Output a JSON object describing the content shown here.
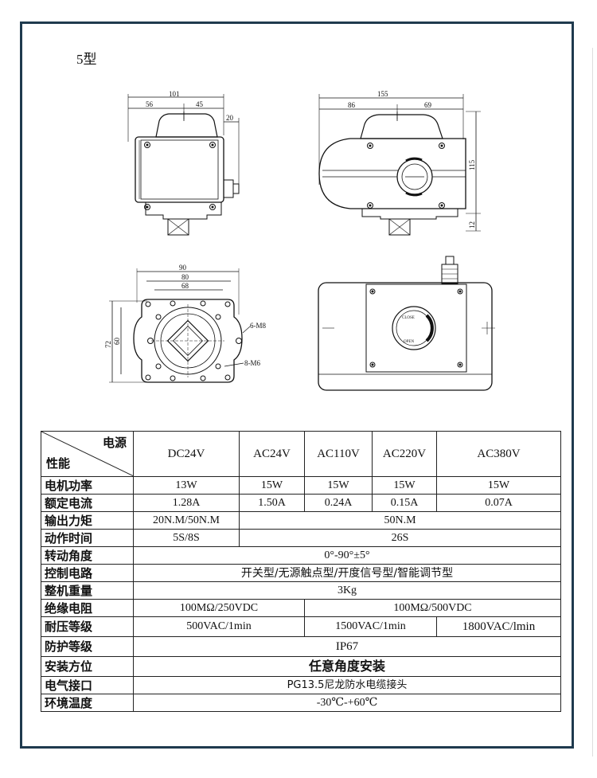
{
  "model_title": "5型",
  "drawings": {
    "front": {
      "dim_total": "101",
      "dim_left": "56",
      "dim_right": "45",
      "dim_side": "20"
    },
    "side": {
      "dim_total": "155",
      "dim_left": "86",
      "dim_right": "69",
      "dim_height": "115",
      "dim_base": "12"
    },
    "bottom": {
      "dim_90": "90",
      "dim_80": "80",
      "dim_68": "68",
      "dim_72": "72",
      "dim_60": "60",
      "callout_m8": "6-M8",
      "callout_m6": "8-M6"
    },
    "top": {
      "dial_close": "CLOSE",
      "dial_open": "OPEN"
    }
  },
  "table": {
    "header_power": "电源",
    "header_performance": "性能",
    "columns": [
      "DC24V",
      "AC24V",
      "AC110V",
      "AC220V",
      "AC380V"
    ],
    "rows": {
      "motor_power": {
        "label": "电机功率",
        "values": [
          "13W",
          "15W",
          "15W",
          "15W",
          "15W"
        ]
      },
      "rated_current": {
        "label": "额定电流",
        "values": [
          "1.28A",
          "1.50A",
          "0.24A",
          "0.15A",
          "0.07A"
        ]
      },
      "output_torque": {
        "label": "输出力矩",
        "dc": "20N.M/50N.M",
        "ac": "50N.M"
      },
      "action_time": {
        "label": "动作时间",
        "dc": "5S/8S",
        "ac": "26S"
      },
      "rotation_angle": {
        "label": "转动角度",
        "value": "0°-90°±5°"
      },
      "control_circuit": {
        "label": "控制电路",
        "value": "开关型/无源触点型/开度信号型/智能调节型"
      },
      "weight": {
        "label": "整机重量",
        "value": "3Kg"
      },
      "insulation": {
        "label": "绝缘电阻",
        "left": "100MΩ/250VDC",
        "right": "100MΩ/500VDC"
      },
      "withstand_voltage": {
        "label": "耐压等级",
        "left": "500VAC/1min",
        "mid": "1500VAC/1min",
        "right": "1800VAC/lmin"
      },
      "protection": {
        "label": "防护等级",
        "value": "IP67"
      },
      "mounting": {
        "label": "安装方位",
        "value": "任意角度安装"
      },
      "electrical": {
        "label": "电气接口",
        "value": "PG13.5尼龙防水电缆接头"
      },
      "ambient": {
        "label": "环境温度",
        "value": "-30℃-+60℃"
      }
    }
  }
}
